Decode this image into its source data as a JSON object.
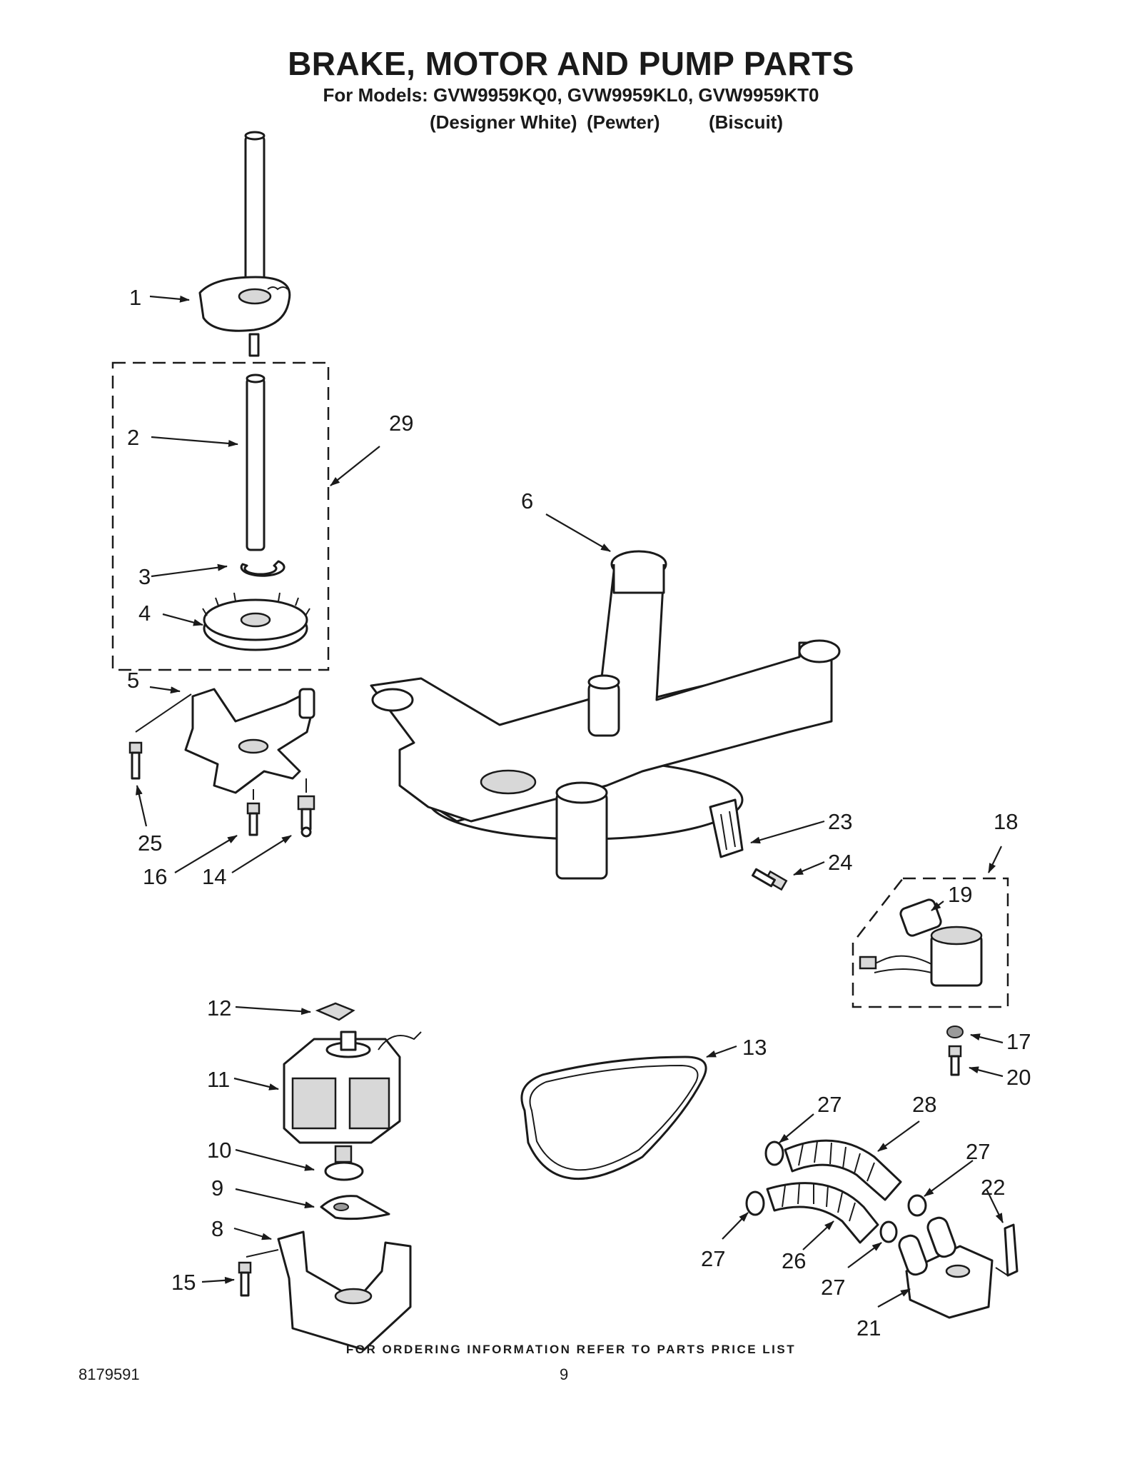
{
  "header": {
    "title": "BRAKE,  MOTOR AND PUMP PARTS",
    "models_line": "For Models: GVW9959KQ0, GVW9959KL0, GVW9959KT0",
    "variant_1": "(Designer White)",
    "variant_2": "(Pewter)",
    "variant_3": "(Biscuit)"
  },
  "callouts": {
    "c1": "1",
    "c2": "2",
    "c3": "3",
    "c4": "4",
    "c5": "5",
    "c6": "6",
    "c8": "8",
    "c9": "9",
    "c10": "10",
    "c11": "11",
    "c12": "12",
    "c13": "13",
    "c14": "14",
    "c15": "15",
    "c16": "16",
    "c17": "17",
    "c18": "18",
    "c19": "19",
    "c20": "20",
    "c21": "21",
    "c22": "22",
    "c23": "23",
    "c24": "24",
    "c25": "25",
    "c26": "26",
    "c27a": "27",
    "c27b": "27",
    "c27c": "27",
    "c27d": "27",
    "c28": "28",
    "c29": "29"
  },
  "footer": {
    "ordering_note": "FOR ORDERING INFORMATION REFER TO PARTS PRICE LIST",
    "document_number": "8179591",
    "page_number": "9"
  }
}
